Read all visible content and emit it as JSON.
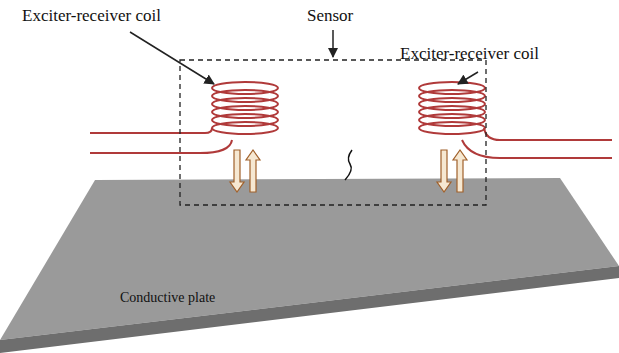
{
  "diagram": {
    "labels": [
      "Exciter-receiver coil",
      "Sensor",
      "Exciter-receiver coil",
      "Conductive plate"
    ]
  }
}
